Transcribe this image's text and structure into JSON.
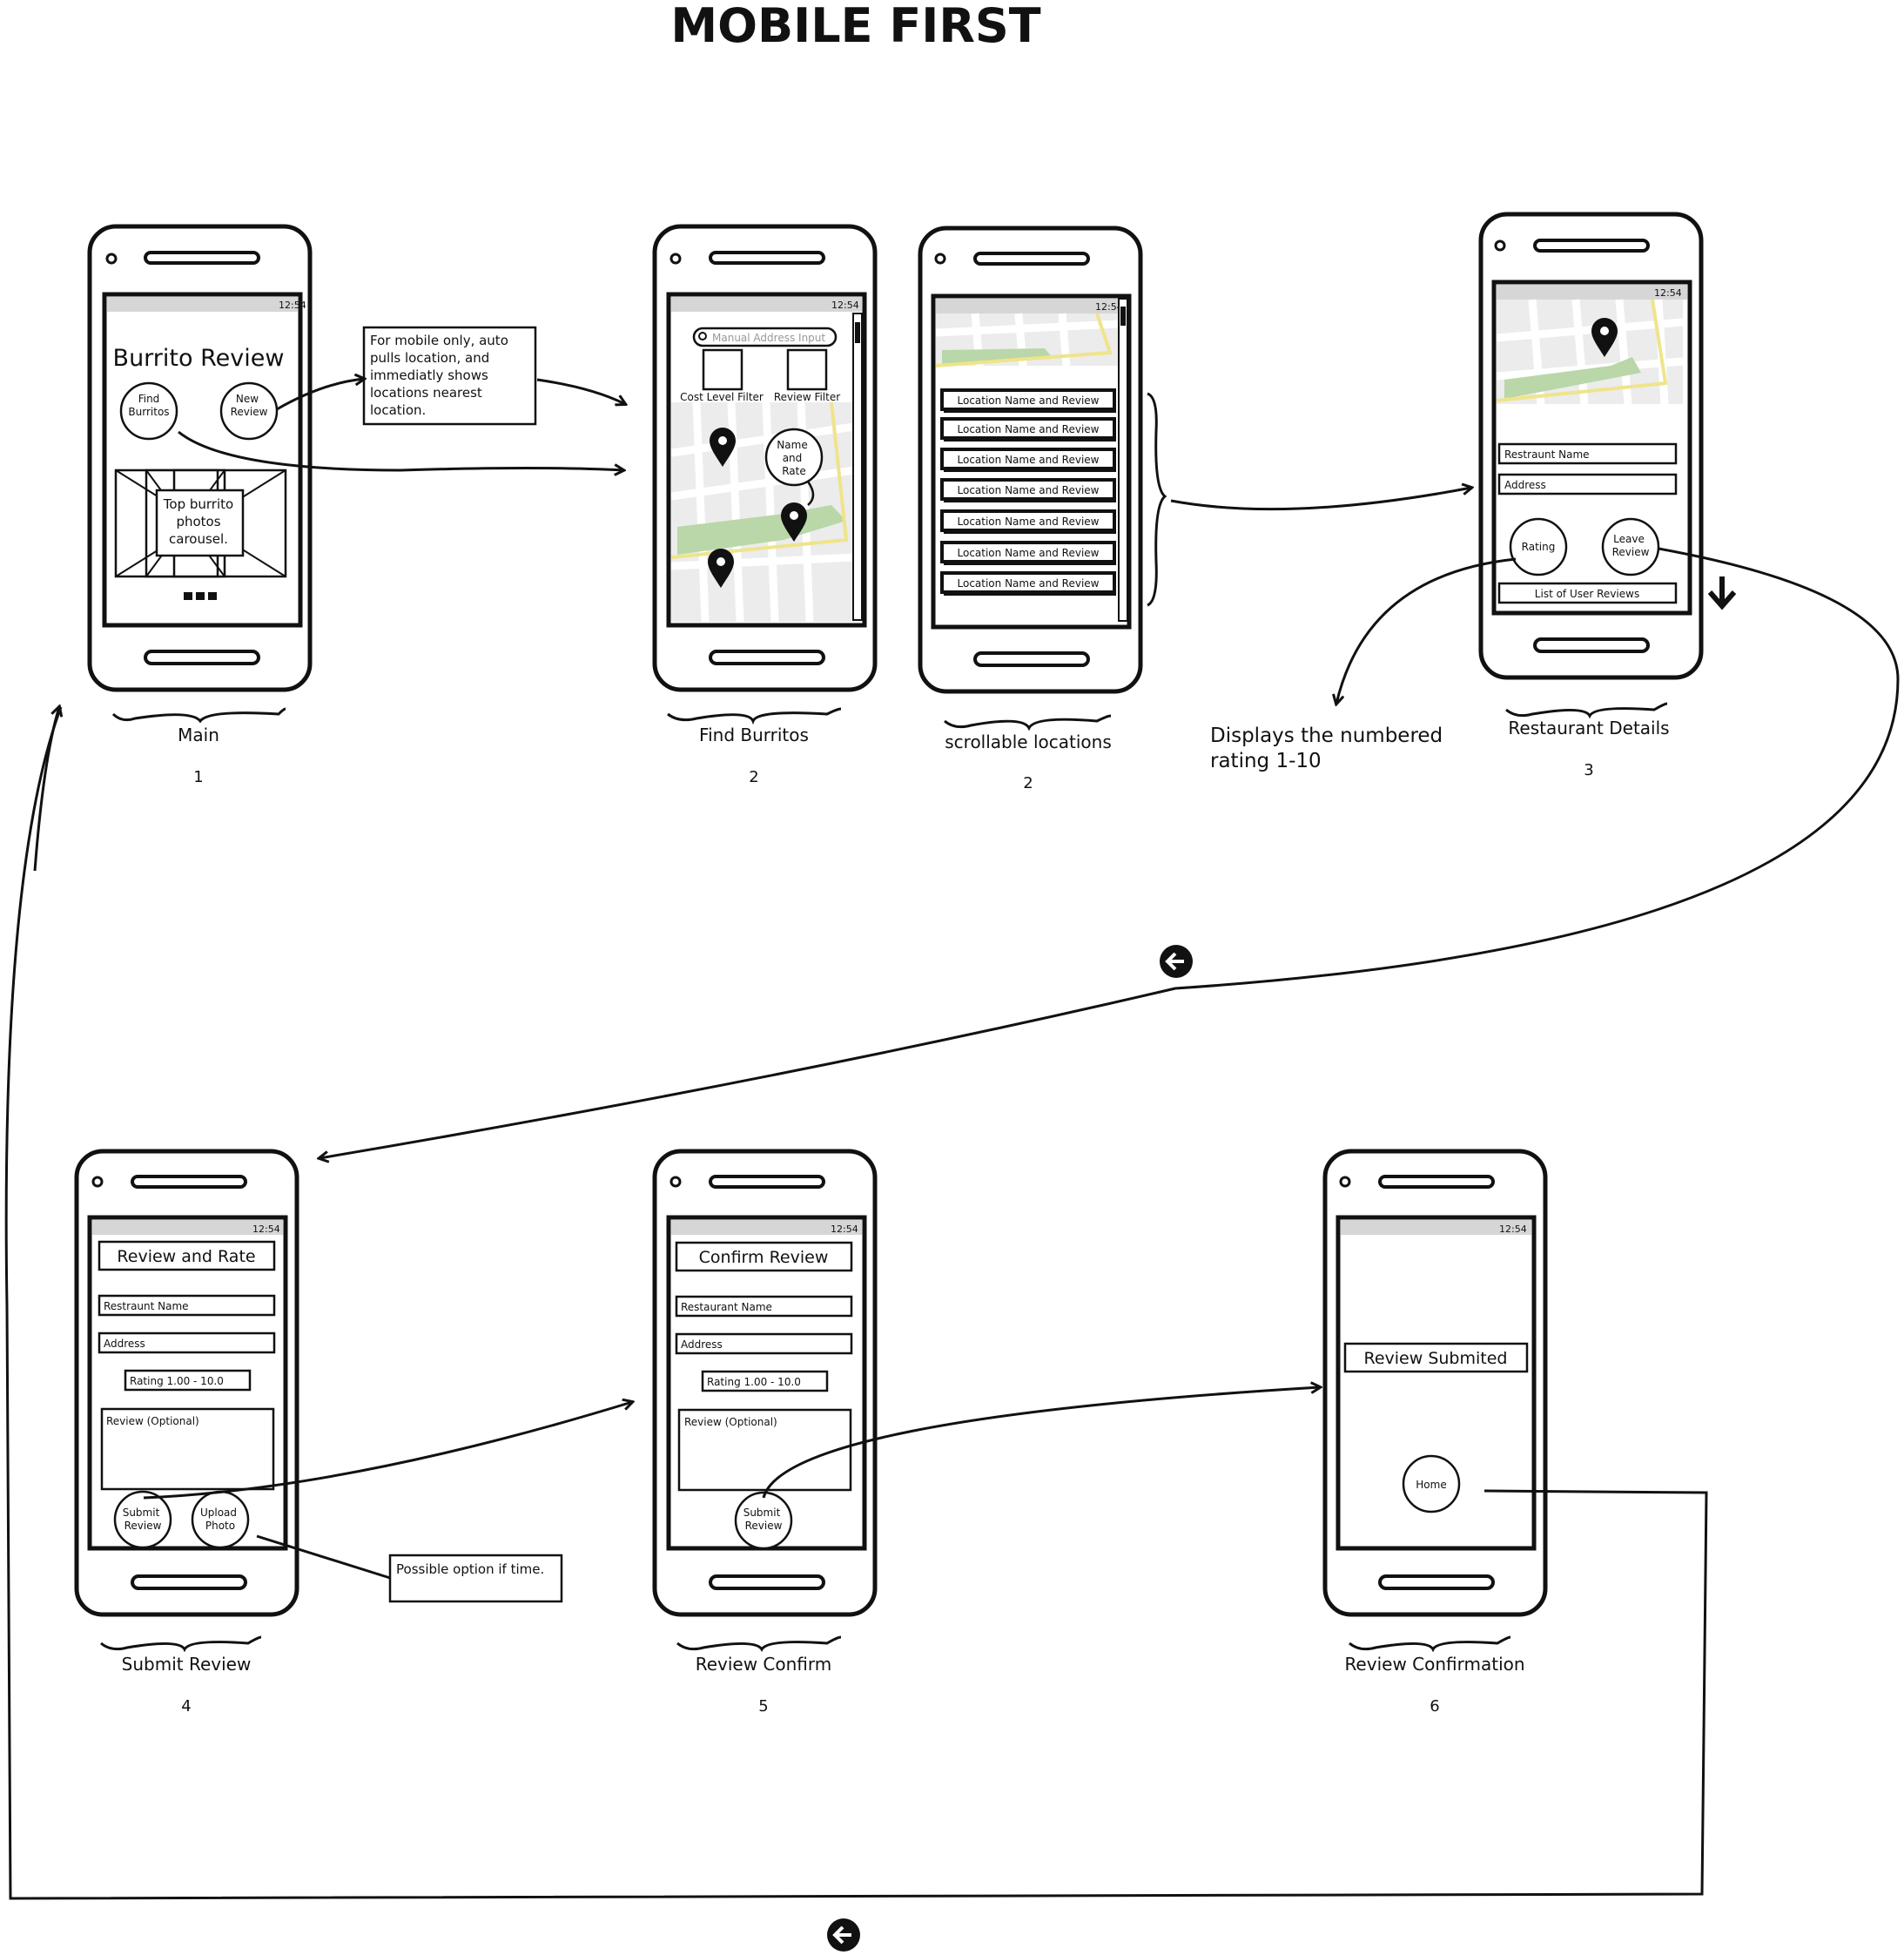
{
  "title": "MOBILE FIRST",
  "status_time": "12:54",
  "screens": {
    "main": {
      "label": "Main",
      "number": "1",
      "app_title": "Burrito Review",
      "find_button": [
        "Find",
        "Burritos"
      ],
      "new_button": [
        "New",
        "Review"
      ],
      "carousel_text": [
        "Top burrito",
        "photos",
        "carousel."
      ]
    },
    "find": {
      "label": "Find Burritos",
      "number": "2",
      "search_placeholder": "Manual Address Input",
      "cost_filter": "Cost Level Filter",
      "review_filter": "Review Filter",
      "bubble": [
        "Name",
        "and",
        "Rate"
      ]
    },
    "list": {
      "label": "scrollable locations",
      "number": "2",
      "items": [
        "Location Name and Review",
        "Location Name and Review",
        "Location Name and Review",
        "Location Name and Review",
        "Location Name and Review",
        "Location Name and Review",
        "Location Name and Review"
      ]
    },
    "details": {
      "label": "Restaurant Details",
      "number": "3",
      "name_field": "Restraunt Name",
      "address_field": "Address",
      "rating_button": "Rating",
      "leave_button": [
        "Leave",
        "Review"
      ],
      "reviews_button": "List of User Reviews"
    },
    "submit": {
      "label": "Submit Review",
      "number": "4",
      "heading": "Review and Rate",
      "name_field": "Restraunt Name",
      "address_field": "Address",
      "rating_field": "Rating 1.00 - 10.0",
      "review_field": "Review (Optional)",
      "submit_button": [
        "Submit",
        "Review"
      ],
      "upload_button": [
        "Upload",
        "Photo"
      ]
    },
    "confirm": {
      "label": "Review Confirm",
      "number": "5",
      "heading": "Confirm Review",
      "name_field": "Restaurant Name",
      "address_field": "Address",
      "rating_field": "Rating 1.00 - 10.0",
      "review_field": "Review (Optional)",
      "submit_button": [
        "Submit",
        "Review"
      ]
    },
    "done": {
      "label": "Review Confirmation",
      "number": "6",
      "heading": "Review Submited",
      "home_button": "Home"
    }
  },
  "notes": {
    "auto_location": [
      "For mobile only, auto",
      "pulls location, and",
      "immediatly shows",
      "locations nearest",
      "location."
    ],
    "rating_display": [
      "Displays the numbered",
      "rating 1-10"
    ],
    "upload_option": "Possible option if time."
  }
}
